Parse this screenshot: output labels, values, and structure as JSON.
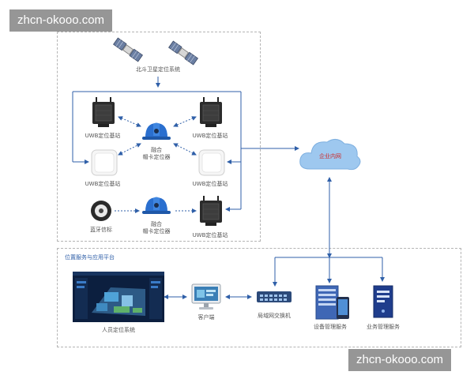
{
  "watermark": {
    "top": "zhcn-okooo.com",
    "bottom": "zhcn-okooo.com"
  },
  "satellite_system_label": "北斗卫星定位系统",
  "stations": {
    "top_left": "UWB定位基站",
    "top_right": "UWB定位基站",
    "mid_left": "UWB定位基站",
    "mid_right": "UWB定位基站",
    "bottom_right": "UWB定位基站"
  },
  "helmets": {
    "upper": {
      "line1": "融合",
      "line2": "帽卡定位器"
    },
    "lower": {
      "line1": "融合",
      "line2": "帽卡定位器"
    }
  },
  "bluetooth_beacon_label": "蓝牙信标",
  "cloud_label": "企业内网",
  "platform": {
    "title": "位置服务与应用平台",
    "screen_label": "人员定位系统",
    "client_label": "客户端",
    "switch_label": "局域网交换机",
    "device_server_label": "设备管理服务",
    "business_server_label": "业务管理服务"
  },
  "colors": {
    "line_blue": "#2f5fa8",
    "helmet_blue": "#2a6fcf",
    "cloud_blue": "#9ec8ef",
    "cloud_text": "#cc2a2a",
    "server_blue": "#1f3d8c"
  }
}
